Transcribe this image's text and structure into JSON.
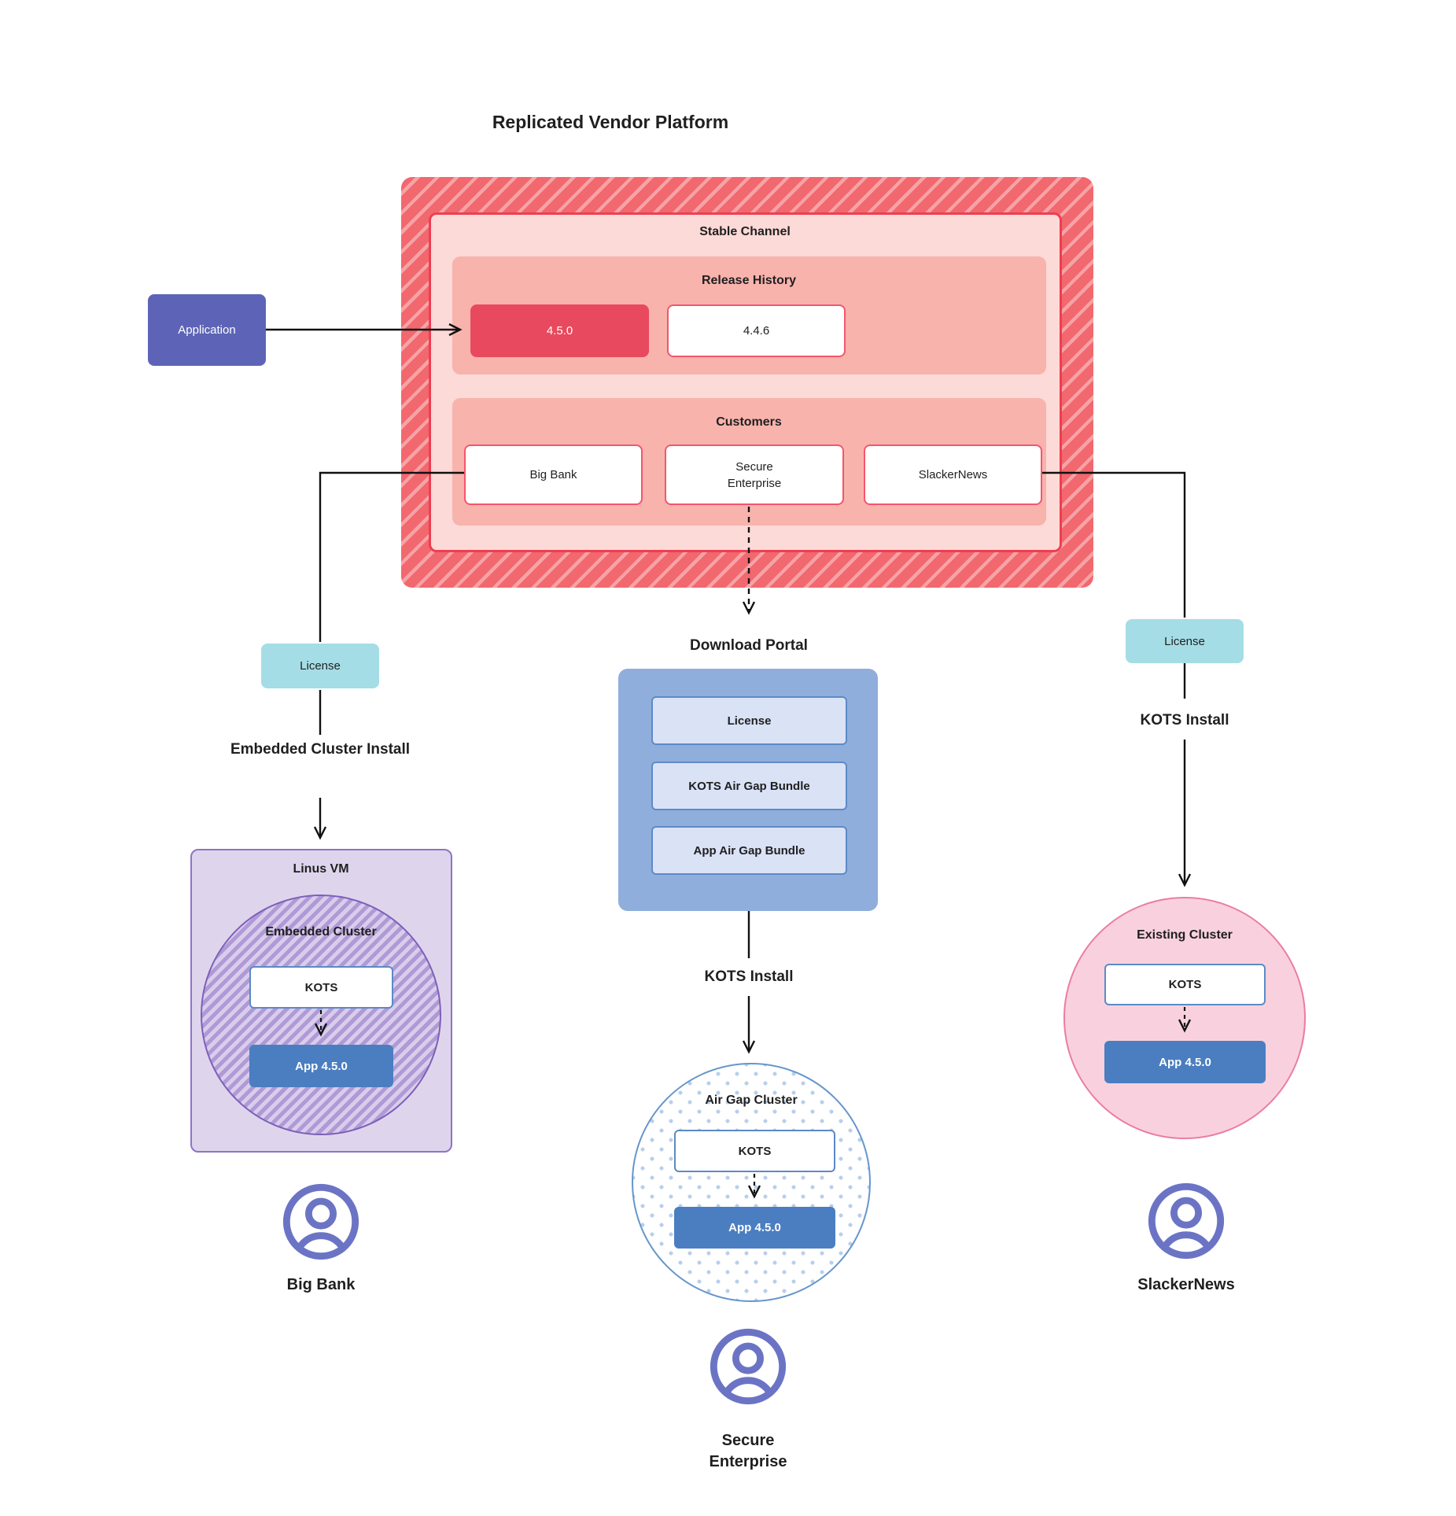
{
  "title": "Replicated Vendor Platform",
  "application": {
    "label": "Application"
  },
  "platform": {
    "stable_channel": {
      "label": "Stable Channel",
      "release_history": {
        "label": "Release History",
        "releases": [
          {
            "version": "4.5.0",
            "current": true
          },
          {
            "version": "4.4.6",
            "current": false
          }
        ]
      },
      "customers": {
        "label": "Customers",
        "items": [
          "Big Bank",
          "Secure Enterprise",
          "SlackerNews"
        ]
      }
    }
  },
  "left_flow": {
    "license_label": "License",
    "install_label": "Embedded Cluster Install",
    "vm_label": "Linus VM",
    "cluster_label": "Embedded Cluster",
    "kots_label": "KOTS",
    "app_label": "App 4.5.0",
    "persona": "Big Bank"
  },
  "center_flow": {
    "portal_label": "Download Portal",
    "portal_items": [
      "License",
      "KOTS Air Gap Bundle",
      "App Air Gap Bundle"
    ],
    "install_label": "KOTS Install",
    "cluster_label": "Air Gap Cluster",
    "kots_label": "KOTS",
    "app_label": "App 4.5.0",
    "persona": "Secure Enterprise"
  },
  "right_flow": {
    "license_label": "License",
    "install_label": "KOTS Install",
    "cluster_label": "Existing Cluster",
    "kots_label": "KOTS",
    "app_label": "App 4.5.0",
    "persona": "SlackerNews"
  },
  "colors": {
    "channel_hatch_red": "#f1686e",
    "channel_hatch_light": "#f7a3a6",
    "stable_fill": "#fcdad7",
    "stable_border": "#ee3e53",
    "section_fill": "#f8b3ad",
    "release_current_fill": "#e9495e",
    "release_box_border": "#f4566b",
    "application_fill": "#5d64b7",
    "license_fill": "#a5dde6",
    "portal_fill": "#90aedb",
    "portal_item_fill": "#dae2f6",
    "portal_item_border": "#5e8ac7",
    "app_box_fill": "#4a7ec1",
    "kots_border": "#5b8ac6",
    "vm_fill": "#ded5ed",
    "vm_border": "#8e74c5",
    "embedded_stripe": "#b09ad5",
    "airgap_border": "#6596cd",
    "airgap_dot": "#b8cfec",
    "existing_fill": "#f9d1de",
    "existing_border": "#eb7ca3",
    "persona_icon": "#6b74c4",
    "connector": "#111111"
  }
}
